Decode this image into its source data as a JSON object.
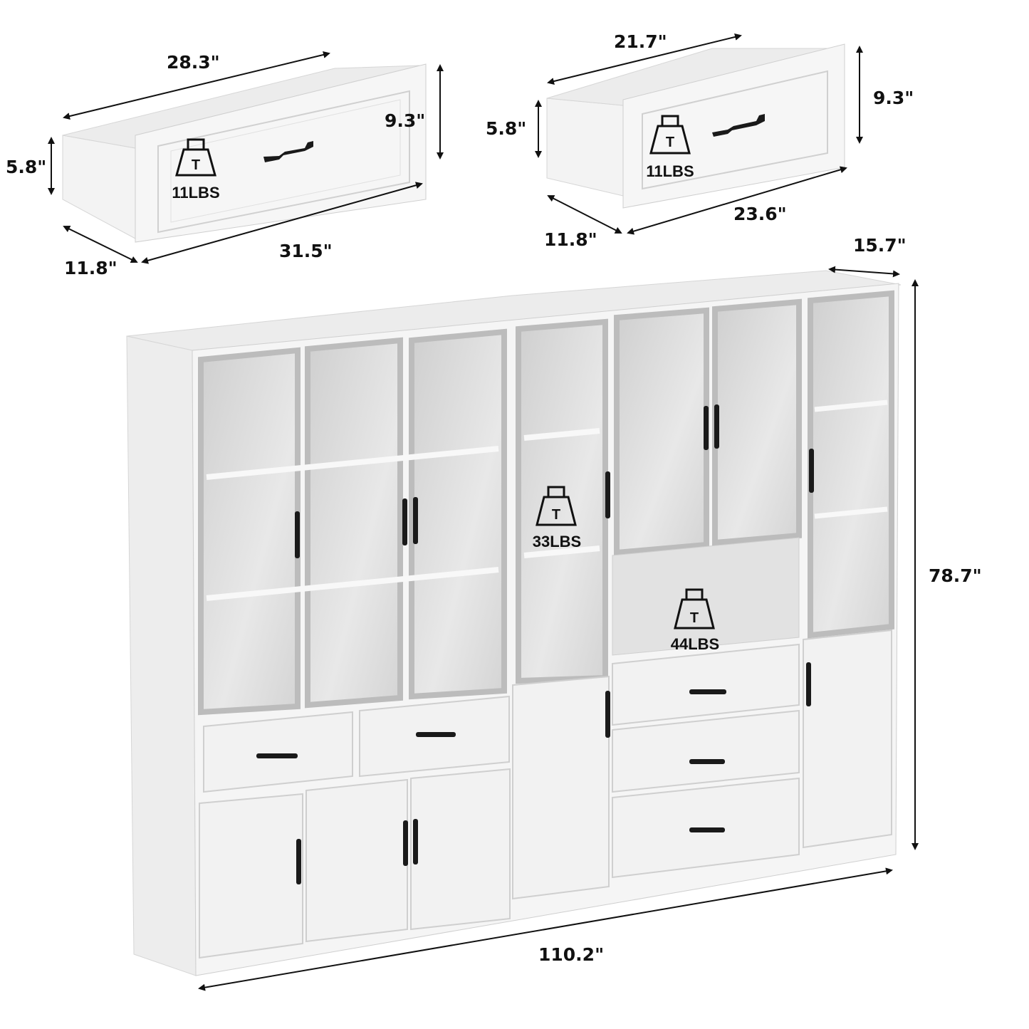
{
  "diagram": {
    "subject": "White storage cabinet set with glass doors, drawers and doors",
    "colors": {
      "furniture": "#f4f4f4",
      "furniture_shade": "#d9d9d9",
      "glass": "#dcdcdc",
      "handle": "#1a1a1a",
      "arrow": "#111111"
    }
  },
  "large_drawer": {
    "dims": {
      "back_width": "28.3\"",
      "front_height": "9.3\"",
      "side_height": "5.8\"",
      "front_width": "31.5\"",
      "depth": "11.8\""
    },
    "weight": {
      "icon": "weight-icon",
      "letter": "T",
      "label": "11LBS"
    }
  },
  "small_drawer": {
    "dims": {
      "back_width": "21.7\"",
      "front_height": "9.3\"",
      "side_height": "5.8\"",
      "front_width": "23.6\"",
      "depth": "11.8\""
    },
    "weight": {
      "icon": "weight-icon",
      "letter": "T",
      "label": "11LBS"
    }
  },
  "cabinet": {
    "dims": {
      "depth": "15.7\"",
      "height": "78.7\"",
      "width": "110.2\""
    },
    "weights": [
      {
        "icon": "weight-icon",
        "letter": "T",
        "label": "33LBS"
      },
      {
        "icon": "weight-icon",
        "letter": "T",
        "label": "44LBS"
      }
    ]
  }
}
